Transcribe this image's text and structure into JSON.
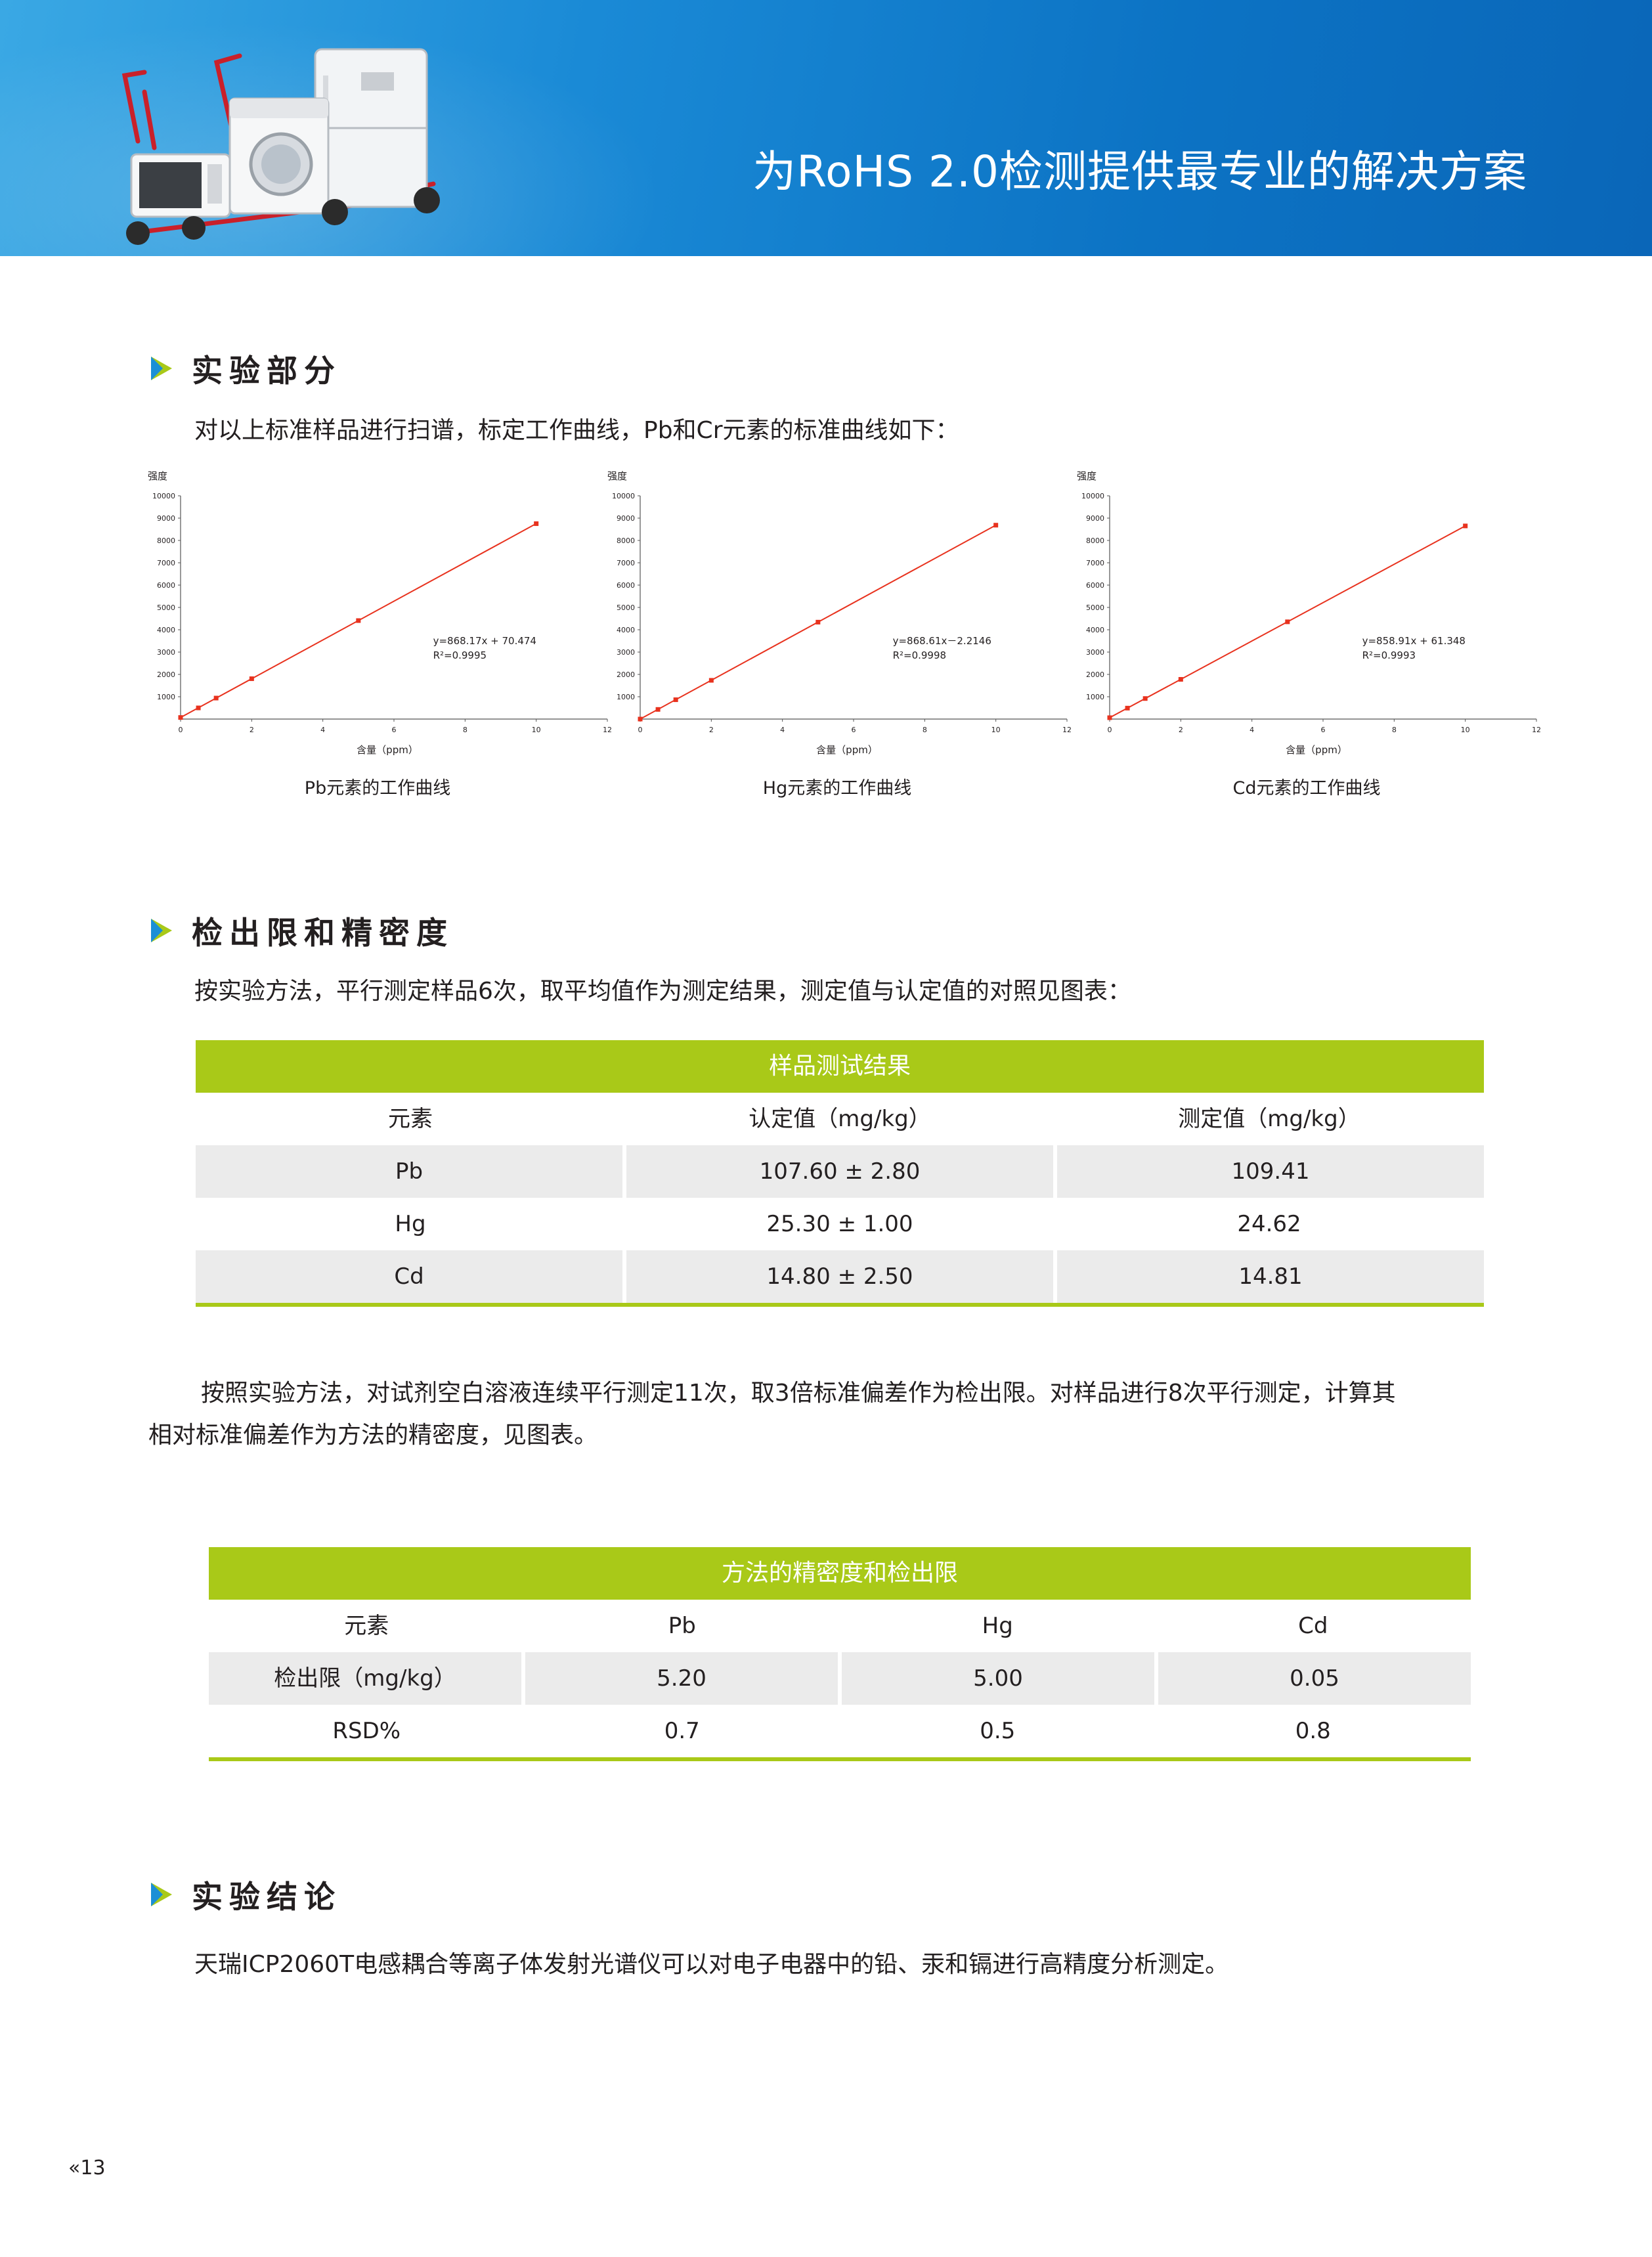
{
  "header": {
    "title": "为RoHS 2.0检测提供最专业的解决方案"
  },
  "section1": {
    "heading": "实验部分",
    "intro": "对以上标准样品进行扫谱，标定工作曲线，Pb和Cr元素的标准曲线如下："
  },
  "chart_data": [
    {
      "type": "scatter",
      "title": "",
      "caption": "Pb元素的工作曲线",
      "ylabel": "强度",
      "xlabel": "含量（ppm）",
      "xlim": [
        0,
        12
      ],
      "ylim": [
        0,
        10000
      ],
      "xticks": [
        "0",
        "2",
        "4",
        "6",
        "8",
        "10",
        "12"
      ],
      "yticks": [
        "1000",
        "2000",
        "3000",
        "4000",
        "5000",
        "6000",
        "7000",
        "8000",
        "9000",
        "10000"
      ],
      "x": [
        0,
        0.5,
        1,
        2,
        5,
        10
      ],
      "y": [
        70,
        500,
        940,
        1807,
        4411,
        8752
      ],
      "trendline": "linear",
      "equation": "y=868.17x + 70.474",
      "r2": "R²=0.9995",
      "line_color": "#e8321e",
      "grid": false
    },
    {
      "type": "scatter",
      "title": "",
      "caption": "Hg元素的工作曲线",
      "ylabel": "强度",
      "xlabel": "含量（ppm）",
      "xlim": [
        0,
        12
      ],
      "ylim": [
        0,
        10000
      ],
      "xticks": [
        "0",
        "2",
        "4",
        "6",
        "8",
        "10",
        "12"
      ],
      "yticks": [
        "1000",
        "2000",
        "3000",
        "4000",
        "5000",
        "6000",
        "7000",
        "8000",
        "9000",
        "10000"
      ],
      "x": [
        0,
        0.5,
        1,
        2,
        5,
        10
      ],
      "y": [
        0,
        432,
        866,
        1735,
        4341,
        8684
      ],
      "trendline": "linear",
      "equation": "y=868.61x－2.2146",
      "r2": "R²=0.9998",
      "line_color": "#e8321e",
      "grid": false
    },
    {
      "type": "scatter",
      "title": "",
      "caption": "Cd元素的工作曲线",
      "ylabel": "强度",
      "xlabel": "含量（ppm）",
      "xlim": [
        0,
        12
      ],
      "ylim": [
        0,
        10000
      ],
      "xticks": [
        "0",
        "2",
        "4",
        "6",
        "8",
        "10",
        "12"
      ],
      "yticks": [
        "1000",
        "2000",
        "3000",
        "4000",
        "5000",
        "6000",
        "7000",
        "8000",
        "9000",
        "10000"
      ],
      "x": [
        0,
        0.5,
        1,
        2,
        5,
        10
      ],
      "y": [
        61,
        490,
        920,
        1779,
        4356,
        8650
      ],
      "trendline": "linear",
      "equation": "y=858.91x + 61.348",
      "r2": "R²=0.9993",
      "line_color": "#e8321e",
      "grid": false
    }
  ],
  "section2": {
    "heading": "检出限和精密度",
    "intro": "按实验方法，平行测定样品6次，取平均值作为测定结果，测定值与认定值的对照见图表：",
    "table1": {
      "title": "样品测试结果",
      "headers": [
        "元素",
        "认定值（mg/kg）",
        "测定值（mg/kg）"
      ],
      "rows": [
        [
          "Pb",
          "107.60 ± 2.80",
          "109.41"
        ],
        [
          "Hg",
          "25.30 ± 1.00",
          "24.62"
        ],
        [
          "Cd",
          "14.80 ± 2.50",
          "14.81"
        ]
      ]
    },
    "para2_line1": "按照实验方法，对试剂空白溶液连续平行测定11次，取3倍标准偏差作为检出限。对样品进行8次平行测定，计算其",
    "para2_line2": "相对标准偏差作为方法的精密度，见图表。",
    "table2": {
      "title": "方法的精密度和检出限",
      "headers": [
        "元素",
        "Pb",
        "Hg",
        "Cd"
      ],
      "rows": [
        [
          "检出限（mg/kg）",
          "5.20",
          "5.00",
          "0.05"
        ],
        [
          "RSD%",
          "0.7",
          "0.5",
          "0.8"
        ]
      ]
    }
  },
  "section3": {
    "heading": "实验结论",
    "text": "天瑞ICP2060T电感耦合等离子体发射光谱仪可以对电子电器中的铅、汞和镉进行高精度分析测定。"
  },
  "footer": {
    "page_number": "«13"
  },
  "colors": {
    "banner": "#1a8ad6",
    "accent_green": "#a9c918",
    "trend_red": "#e8321e",
    "row_shade": "#ebebeb"
  }
}
